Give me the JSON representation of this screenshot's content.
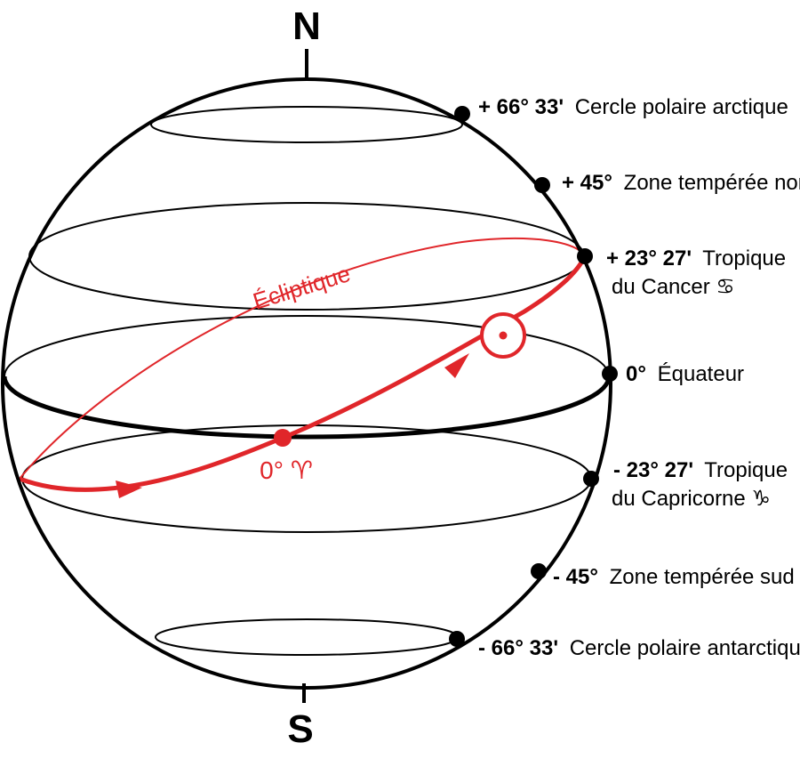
{
  "poles": {
    "north": "N",
    "south": "S"
  },
  "ecliptic_label": "Écliptique",
  "vernal_point_label": "0° ♈",
  "sun_symbol": "☉",
  "colors": {
    "ink": "#000000",
    "accent": "#e0262a"
  },
  "latitudes": [
    {
      "degrees": "+ 66° 33'",
      "name": "Cercle polaire arctique"
    },
    {
      "degrees": "+ 45°",
      "name": "Zone tempérée nord"
    },
    {
      "degrees": "+ 23° 27'",
      "name": "Tropique",
      "name2": "du Cancer ♋"
    },
    {
      "degrees": "0°",
      "name": "Équateur"
    },
    {
      "degrees": "- 23° 27'",
      "name": "Tropique",
      "name2": "du Capricorne ♑"
    },
    {
      "degrees": "- 45°",
      "name": "Zone tempérée sud"
    },
    {
      "degrees": "- 66° 33'",
      "name": "Cercle polaire antarctique"
    }
  ]
}
